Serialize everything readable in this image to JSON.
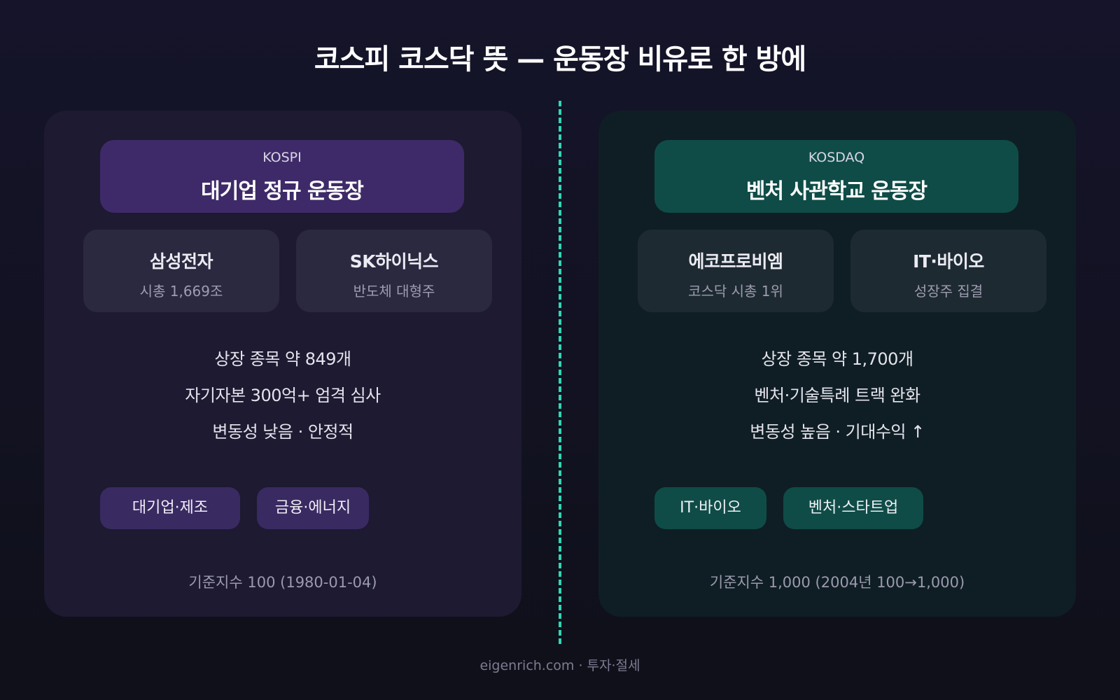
{
  "title": "코스피 코스닥 뜻 — 운동장 비유로 한 방에",
  "kospi": {
    "label": "KOSPI",
    "title": "대기업 정규 운동장",
    "cards": [
      {
        "name": "삼성전자",
        "sub": "시총 1,669조"
      },
      {
        "name": "SK하이닉스",
        "sub": "반도체 대형주"
      }
    ],
    "features": [
      "상장 종목 약 849개",
      "자기자본 300억+ 엄격 심사",
      "변동성 낮음 · 안정적"
    ],
    "tags": [
      "대기업·제조",
      "금융·에너지"
    ],
    "note": "기준지수 100 (1980-01-04)"
  },
  "kosdaq": {
    "label": "KOSDAQ",
    "title": "벤처 사관학교 운동장",
    "cards": [
      {
        "name": "에코프로비엠",
        "sub": "코스닥 시총 1위"
      },
      {
        "name": "IT·바이오",
        "sub": "성장주 집결"
      }
    ],
    "features": [
      "상장 종목 약 1,700개",
      "벤처·기술특례 트랙 완화",
      "변동성 높음 · 기대수익 ↑"
    ],
    "tags": [
      "IT·바이오",
      "벤처·스타트업"
    ],
    "note": "기준지수 1,000 (2004년 100→1,000)"
  },
  "credit": "eigenrich.com · 투자·절세",
  "colors": {
    "kospi_accent": "#3e2a68",
    "kosdaq_accent": "#0f4c47",
    "divider": "#2fd6b3"
  }
}
